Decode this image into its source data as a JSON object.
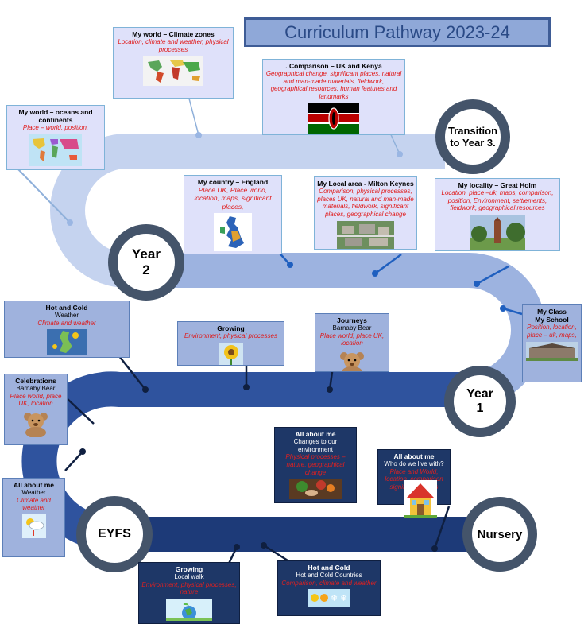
{
  "title": "Curriculum Pathway 2023-24",
  "milestones": {
    "transition": "Transition to Year 3.",
    "year2": "Year 2",
    "year1": "Year 1",
    "eyfs": "EYFS",
    "nursery": "Nursery"
  },
  "cards": {
    "climate_zones": {
      "title": "My world – Climate zones",
      "desc": "Location, climate and weather, physical processes"
    },
    "uk_kenya": {
      "title": ".   Comparison – UK and Kenya",
      "desc": "Geographical change, significant places, natural and man-made materials, fieldwork, geographical resources, human features and landmarks"
    },
    "oceans": {
      "title": "My world – oceans and continents",
      "desc": "Place – world, position,"
    },
    "england": {
      "title": "My country – England",
      "desc": "Place UK, Place world, location, maps, significant places,"
    },
    "milton_keynes": {
      "title": "My Local area - Milton Keynes",
      "desc": "Comparison, physical processes, places UK, natural and man-made materials, fieldwork, significant places, geographical change"
    },
    "great_holm": {
      "title": "My locality – Great Holm",
      "desc": "Location, place –uk, maps, comparison, position, Environment, settlements, fieldwork, geographical resources"
    },
    "my_class": {
      "title": "My Class",
      "subtitle": "My School",
      "desc": "Position, location, place – uk, maps,"
    },
    "hot_cold_y1": {
      "title": "Hot and Cold",
      "subtitle": "Weather",
      "desc": "Climate and weather"
    },
    "growing_y1": {
      "title": "Growing",
      "desc": "Environment, physical processes"
    },
    "journeys": {
      "title": "Journeys",
      "subtitle": "Barnaby Bear",
      "desc": "Place world, place UK, location"
    },
    "celebrations": {
      "title": "Celebrations",
      "subtitle": "Barnaby Bear",
      "desc": "Place world, place UK, location"
    },
    "weather_eyfs": {
      "title": "All about me",
      "subtitle": "Weather",
      "desc": "Climate and weather"
    },
    "changes_env": {
      "title": "All about me",
      "subtitle": "Changes to our environment",
      "desc": "Physical processes – nature, geographical change"
    },
    "who_we_live": {
      "title": "All about me",
      "subtitle": "Who do we live with?",
      "desc": "Place and World, location, comparison significant places"
    },
    "local_walk": {
      "title": "Growing",
      "subtitle": "Local walk",
      "desc": "Environment, physical processes, nature"
    },
    "hot_cold_countries": {
      "title": "Hot and Cold",
      "subtitle": "Hot and Cold Countries",
      "desc": "Comparison, climate and weather"
    }
  },
  "colors": {
    "path_top": "#c5d3ef",
    "path_year2": "#9db3e0",
    "path_year1": "#2f539e",
    "path_eyfs": "#1d3a78",
    "ring": "#44546a",
    "accent_red": "#e01818"
  }
}
